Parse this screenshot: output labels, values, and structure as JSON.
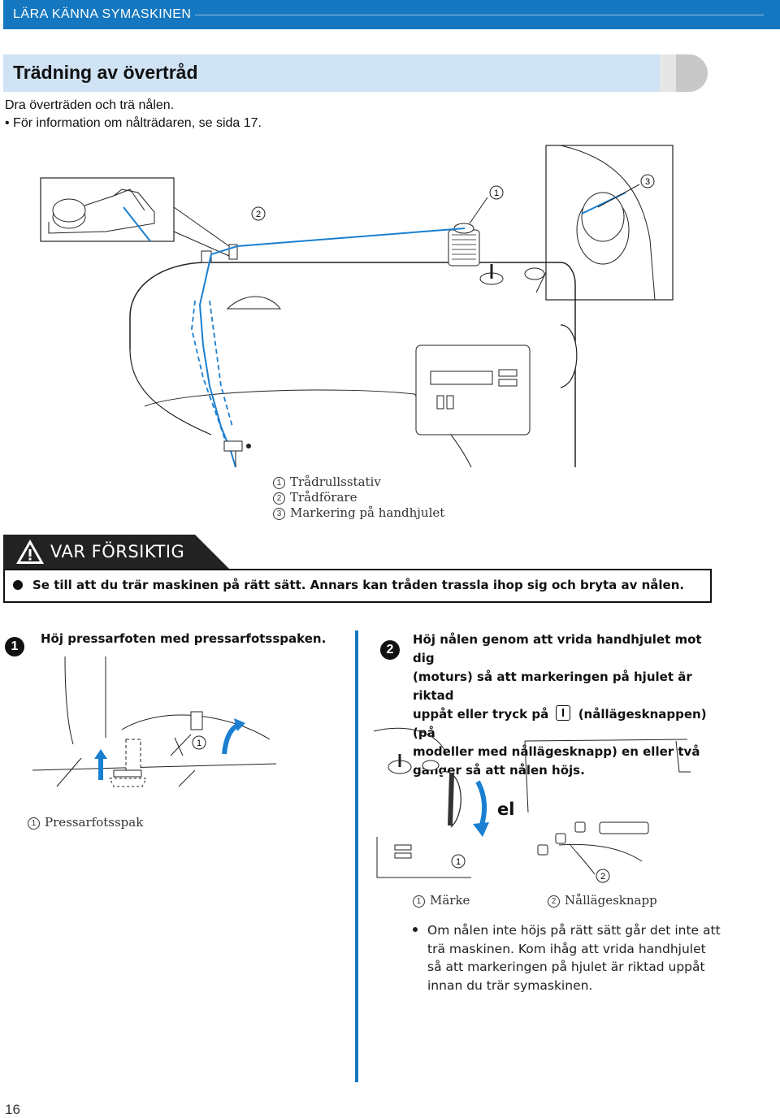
{
  "header": {
    "section": "LÄRA KÄNNA SYMASKINEN"
  },
  "title": "Trädning av övertråd",
  "intro": {
    "line1": "Dra överträden och trä nålen.",
    "bullet": "För information om nålträdaren, se sida 17."
  },
  "main_figure": {
    "callout_numbers": [
      "1",
      "2",
      "3"
    ],
    "captions": [
      {
        "num": "1",
        "text": "Trådrullsstativ"
      },
      {
        "num": "2",
        "text": "Trådförare"
      },
      {
        "num": "3",
        "text": "Markering på handhjulet"
      }
    ]
  },
  "caution": {
    "title": "VAR FÖRSIKTIG",
    "text": "Se till att du trär maskinen på rätt sätt. Annars kan tråden trassla ihop sig och bryta av nålen."
  },
  "step1": {
    "number": "1",
    "text": "Höj pressarfoten med pressarfotsspaken.",
    "callout": "1",
    "caption_num": "1",
    "caption": "Pressarfotsspak"
  },
  "step2": {
    "number": "2",
    "lines": [
      "Höj nålen genom att vrida handhjulet mot dig",
      "(moturs) så att markeringen på hjulet är riktad",
      "uppåt eller tryck på",
      "(nållägesknappen) (på",
      "modeller med nållägesknapp) en eller två",
      "gånger så att nålen höjs."
    ],
    "el": "el",
    "callout1": "1",
    "callout2": "2",
    "caption1_num": "1",
    "caption1": "Märke",
    "caption2_num": "2",
    "caption2": "Nållägesknapp"
  },
  "note": {
    "lines": [
      "Om nålen inte höjs på rätt sätt går det inte att",
      "trä maskinen. Kom ihåg att vrida handhjulet",
      "så att markeringen på hjulet är riktad uppåt",
      "innan du trär symaskinen."
    ]
  },
  "page_number": "16",
  "colors": {
    "accent": "#1577c0",
    "title_bg": "#cfe3f4",
    "thread": "#1a7fd0"
  }
}
